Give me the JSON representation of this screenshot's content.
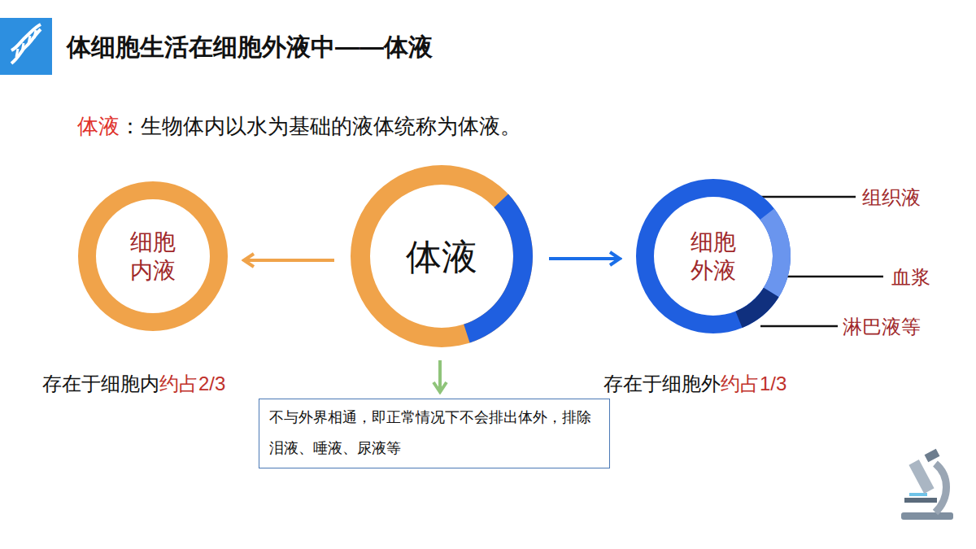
{
  "diagram": {
    "title": "体细胞生活在细胞外液中——体液",
    "nodes": [
      {
        "text": [
          "细胞内液"
        ]
      },
      {
        "text": [
          "体液"
        ]
      },
      {
        "text": [
          "细胞外液"
        ]
      },
      {
        "text": [
          "不与外界相通，即正常情况下不会排出体外，排除泪液、唾液、尿液等"
        ]
      }
    ],
    "edges": [
      {
        "from": 1,
        "to": 0,
        "arrow": "to"
      },
      {
        "from": 1,
        "to": 2,
        "arrow": "to"
      },
      {
        "from": 1,
        "to": 3,
        "arrow": "to"
      }
    ],
    "labels": [
      "体液",
      "：生物体内以水为基础的液体统称为体液。",
      "组织液",
      "血浆",
      "淋巴液等",
      "存在于细胞内",
      "约占2/3",
      "存在于细胞外",
      "约占1/3"
    ]
  }
}
